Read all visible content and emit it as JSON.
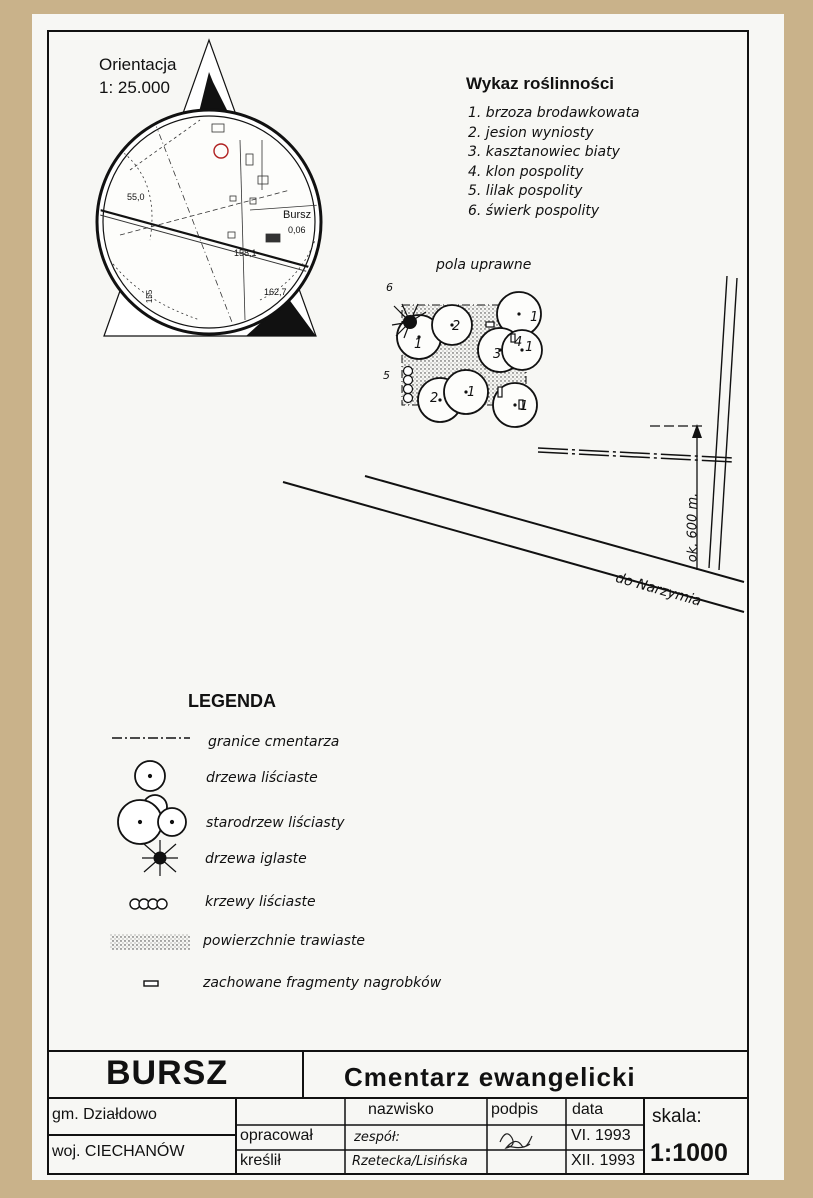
{
  "orientation": {
    "title": "Orientacja",
    "scale": "1: 25.000",
    "place": "Bursz",
    "heights": [
      "55,0",
      "0,06",
      "158,1",
      "162,7",
      "155"
    ]
  },
  "plants": {
    "title": "Wykaz roślinności",
    "items": [
      "1. brzoza brodawkowata",
      "2. jesion wyniosty",
      "3. kasztanowiec biaty",
      "4. klon pospolity",
      "5. lilak pospolity",
      "6. świerk pospolity"
    ]
  },
  "map": {
    "fields": "pola uprawne",
    "road": "do Narzymia",
    "distance": "ok. 600 m."
  },
  "legend": {
    "title": "LEGENDA",
    "items": [
      {
        "icon": "dash-dot-line-icon",
        "label": "granice cmentarza"
      },
      {
        "icon": "deciduous-tree-icon",
        "label": "drzewa liściaste"
      },
      {
        "icon": "old-tree-stand-icon",
        "label": "starodrzew liściasty"
      },
      {
        "icon": "conifer-tree-icon",
        "label": "drzewa iglaste"
      },
      {
        "icon": "shrub-icon",
        "label": "krzewy liściaste"
      },
      {
        "icon": "grass-area-icon",
        "label": "powierzchnie trawiaste"
      },
      {
        "icon": "gravestone-fragment-icon",
        "label": "zachowane fragmenty nagrobków"
      }
    ]
  },
  "title_block": {
    "place": "BURSZ",
    "subject": "Cmentarz ewangelicki",
    "gmina": "gm. Działdowo",
    "voivodeship": "woj. CIECHANÓW",
    "col_name": "nazwisko",
    "col_signature": "podpis",
    "col_date": "data",
    "row_prepared": "opracował",
    "row_drawn": "kreślił",
    "name_1": "zespół:",
    "name_2": "Rzetecka/Lisińska",
    "date_1": "VI. 1993",
    "date_2": "XII. 1993",
    "scale_label": "skala:",
    "scale_value": "1:1000"
  }
}
